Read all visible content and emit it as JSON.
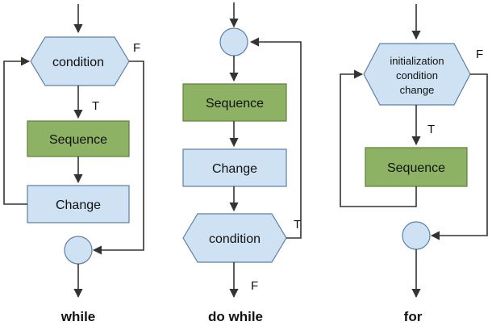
{
  "diagrams": {
    "while": {
      "decision": "condition",
      "true_label": "T",
      "false_label": "F",
      "sequence": "Sequence",
      "change": "Change",
      "caption": "while"
    },
    "do_while": {
      "sequence": "Sequence",
      "change": "Change",
      "decision": "condition",
      "true_label": "T",
      "false_label": "F",
      "caption": "do while"
    },
    "for": {
      "decision_lines": [
        "initialization",
        "condition",
        "change"
      ],
      "true_label": "T",
      "false_label": "F",
      "sequence": "Sequence",
      "caption": "for"
    }
  },
  "colors": {
    "process_fill": "#cfe2f3",
    "sequence_fill": "#8db264",
    "stroke": "#333333"
  }
}
